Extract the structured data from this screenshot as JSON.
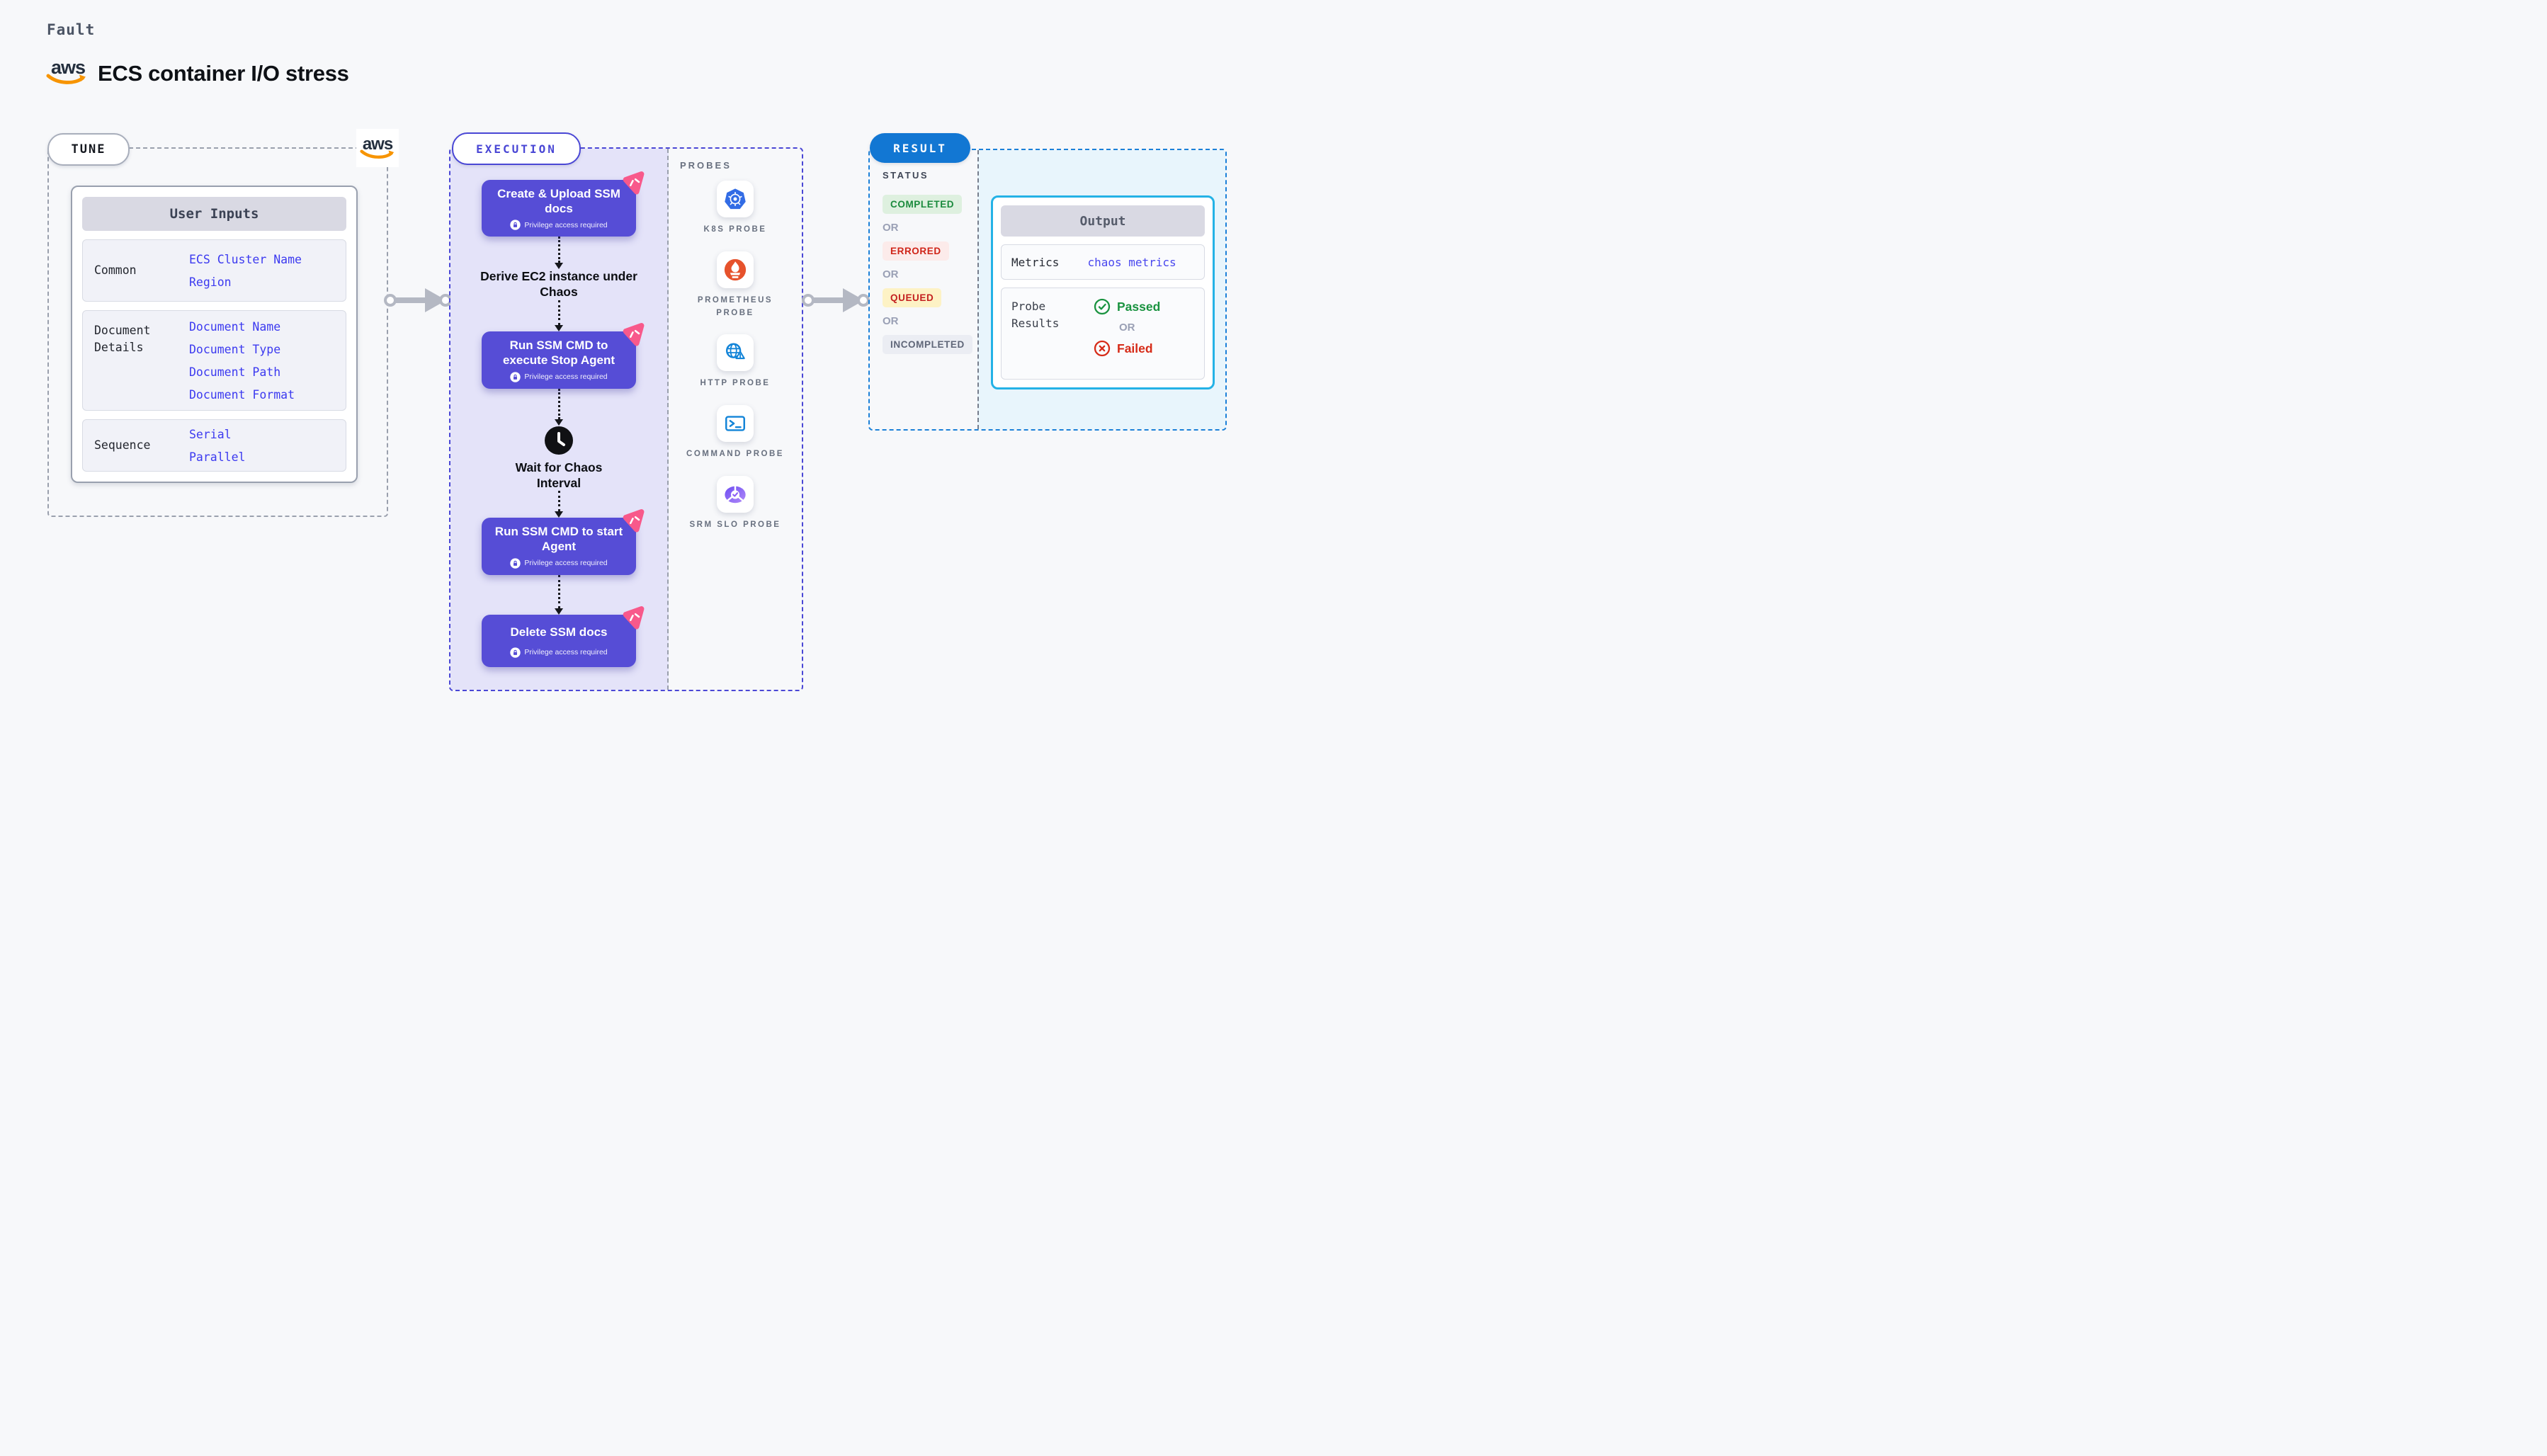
{
  "brand": {
    "aws_wordmark": "aws"
  },
  "header": {
    "category_label": "Fault",
    "title": "ECS container I/O stress"
  },
  "tune": {
    "pill_label": "TUNE",
    "user_inputs": {
      "header": "User Inputs",
      "rows": [
        {
          "label": "Common",
          "values": [
            "ECS Cluster Name",
            "Region"
          ]
        },
        {
          "label": "Document Details",
          "values": [
            "Document Name",
            "Document Type",
            "Document Path",
            "Document Format"
          ]
        },
        {
          "label": "Sequence",
          "values": [
            "Serial",
            "Parallel"
          ]
        }
      ]
    }
  },
  "execution": {
    "pill_label": "EXECUTION",
    "steps": {
      "create_upload": {
        "title": "Create & Upload SSM docs",
        "badge": "Privilege access required"
      },
      "derive": {
        "title": "Derive EC2 instance under Chaos"
      },
      "stop_agent": {
        "title": "Run SSM CMD to execute Stop Agent",
        "badge": "Privilege access required"
      },
      "wait": {
        "title": "Wait for Chaos Interval"
      },
      "start_agent": {
        "title": "Run SSM CMD to start Agent",
        "badge": "Privilege access required"
      },
      "delete_docs": {
        "title": "Delete SSM docs",
        "badge": "Privilege access required"
      }
    }
  },
  "probes": {
    "heading": "PROBES",
    "items": [
      {
        "label": "K8S PROBE",
        "icon": "kubernetes-icon",
        "color": "#326ce5"
      },
      {
        "label": "PROMETHEUS PROBE",
        "icon": "prometheus-icon",
        "color": "#e6522c"
      },
      {
        "label": "HTTP PROBE",
        "icon": "globe-warning-icon",
        "color": "#1284d8"
      },
      {
        "label": "COMMAND PROBE",
        "icon": "terminal-icon",
        "color": "#1284d8"
      },
      {
        "label": "SRM SLO PROBE",
        "icon": "gauge-check-icon",
        "color": "#8b5cf6"
      }
    ]
  },
  "result": {
    "pill_label": "RESULT",
    "status": {
      "heading": "STATUS",
      "or_label": "OR",
      "options": [
        {
          "label": "COMPLETED",
          "color": "#1a8a3c",
          "bg": "#def0df"
        },
        {
          "label": "ERRORED",
          "color": "#cf2418",
          "bg": "#fcebea"
        },
        {
          "label": "QUEUED",
          "color": "#c31f1f",
          "bg": "#fdf2c5"
        },
        {
          "label": "INCOMPLETED",
          "color": "#5f6678",
          "bg": "#ebedf3"
        }
      ]
    },
    "output": {
      "header": "Output",
      "metrics_label": "Metrics",
      "metrics_value": "chaos metrics",
      "probe_results_label": "Probe Results",
      "passed_label": "Passed",
      "or_label": "OR",
      "failed_label": "Failed"
    }
  },
  "colors": {
    "page_bg": "#f7f8fa",
    "flow_card": "#564dd6",
    "flow_bg": "#e4e3f9",
    "execution_border": "#4a47d5",
    "tune_border": "#9aa0ad",
    "result_border": "#1b80d8",
    "result_pill_bg": "#1277d3",
    "output_border": "#24b2e6",
    "output_region_bg": "#e8f5fc",
    "value_blue": "#3c3af0",
    "pink_accent": "#f8598b",
    "aws_orange": "#f79400",
    "aws_navy": "#242f3e",
    "passed_green": "#1a9340",
    "failed_red": "#d62b18",
    "connector_gray": "#b4b8c3"
  }
}
